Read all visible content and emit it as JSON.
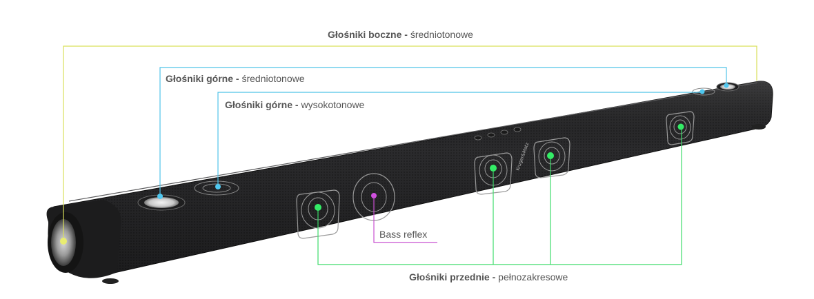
{
  "labels": {
    "side": {
      "bold": "Głośniki boczne",
      "sep": " - ",
      "rest": "średniotonowe"
    },
    "top_mid": {
      "bold": "Głośniki górne",
      "sep": " - ",
      "rest": "średniotonowe"
    },
    "top_high": {
      "bold": "Głośniki górne",
      "sep": " - ",
      "rest": "wysokotonowe"
    },
    "bass": {
      "text": "Bass reflex"
    },
    "front": {
      "bold": "Głośniki przednie",
      "sep": " - ",
      "rest": "pełnozakresowe"
    }
  },
  "brand": "Kruger&Matz",
  "colors": {
    "side_line": "#d9e05a",
    "top_mid_line": "#4fc3e8",
    "top_high_line": "#4fc3e8",
    "bass_line": "#c84fd0",
    "front_line": "#3ddc6a",
    "front_dot": "#33ee66",
    "bass_dot": "#d050e0",
    "top_dot": "#4fc8f0",
    "side_dot": "#e8ec70",
    "bar_body": "#2a2a2c"
  }
}
